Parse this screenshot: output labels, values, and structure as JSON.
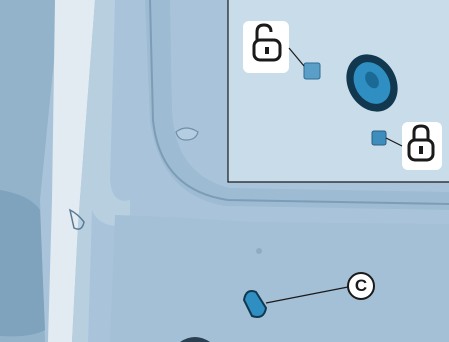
{
  "illustration": {
    "subject": "vehicle-interior-door-lock",
    "callouts": [
      {
        "id": "c",
        "label": "C"
      }
    ],
    "icons": [
      "unlock-icon",
      "lock-icon"
    ],
    "colors": {
      "panel": "#a9c4da",
      "panel_dark": "#8fb0c9",
      "window": "#c9dcea",
      "lock_button": "#2f8fc2",
      "outline": "#1a1a1a",
      "white": "#ffffff"
    }
  }
}
